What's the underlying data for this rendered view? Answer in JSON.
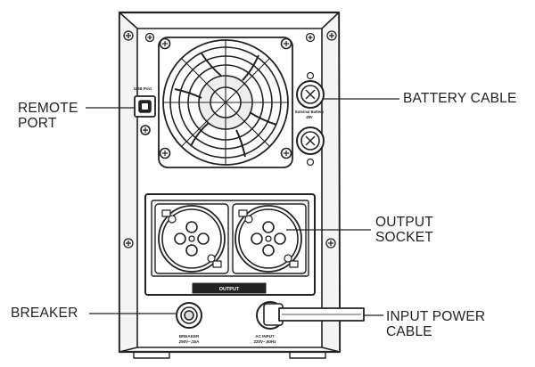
{
  "callouts": {
    "remote_port": [
      "REMOTE",
      "PORT"
    ],
    "battery_cable": "BATTERY CABLE",
    "output_socket": [
      "OUTPUT",
      "SOCKET"
    ],
    "breaker": "BREAKER",
    "input_power_cable": [
      "INPUT POWER",
      "CABLE"
    ]
  },
  "panel_labels": {
    "usb_port": "USB Port",
    "external_battery": [
      "External Battery",
      "48V"
    ],
    "output": "OUTPUT",
    "breaker": [
      "BREAKER",
      "250V~,15A"
    ],
    "ac_input": [
      "AC INPUT",
      "220V~,50Hz"
    ]
  },
  "colors": {
    "line": "#222222",
    "cabinet": "#ffffff",
    "panel_fill": "#f2f2f2"
  }
}
